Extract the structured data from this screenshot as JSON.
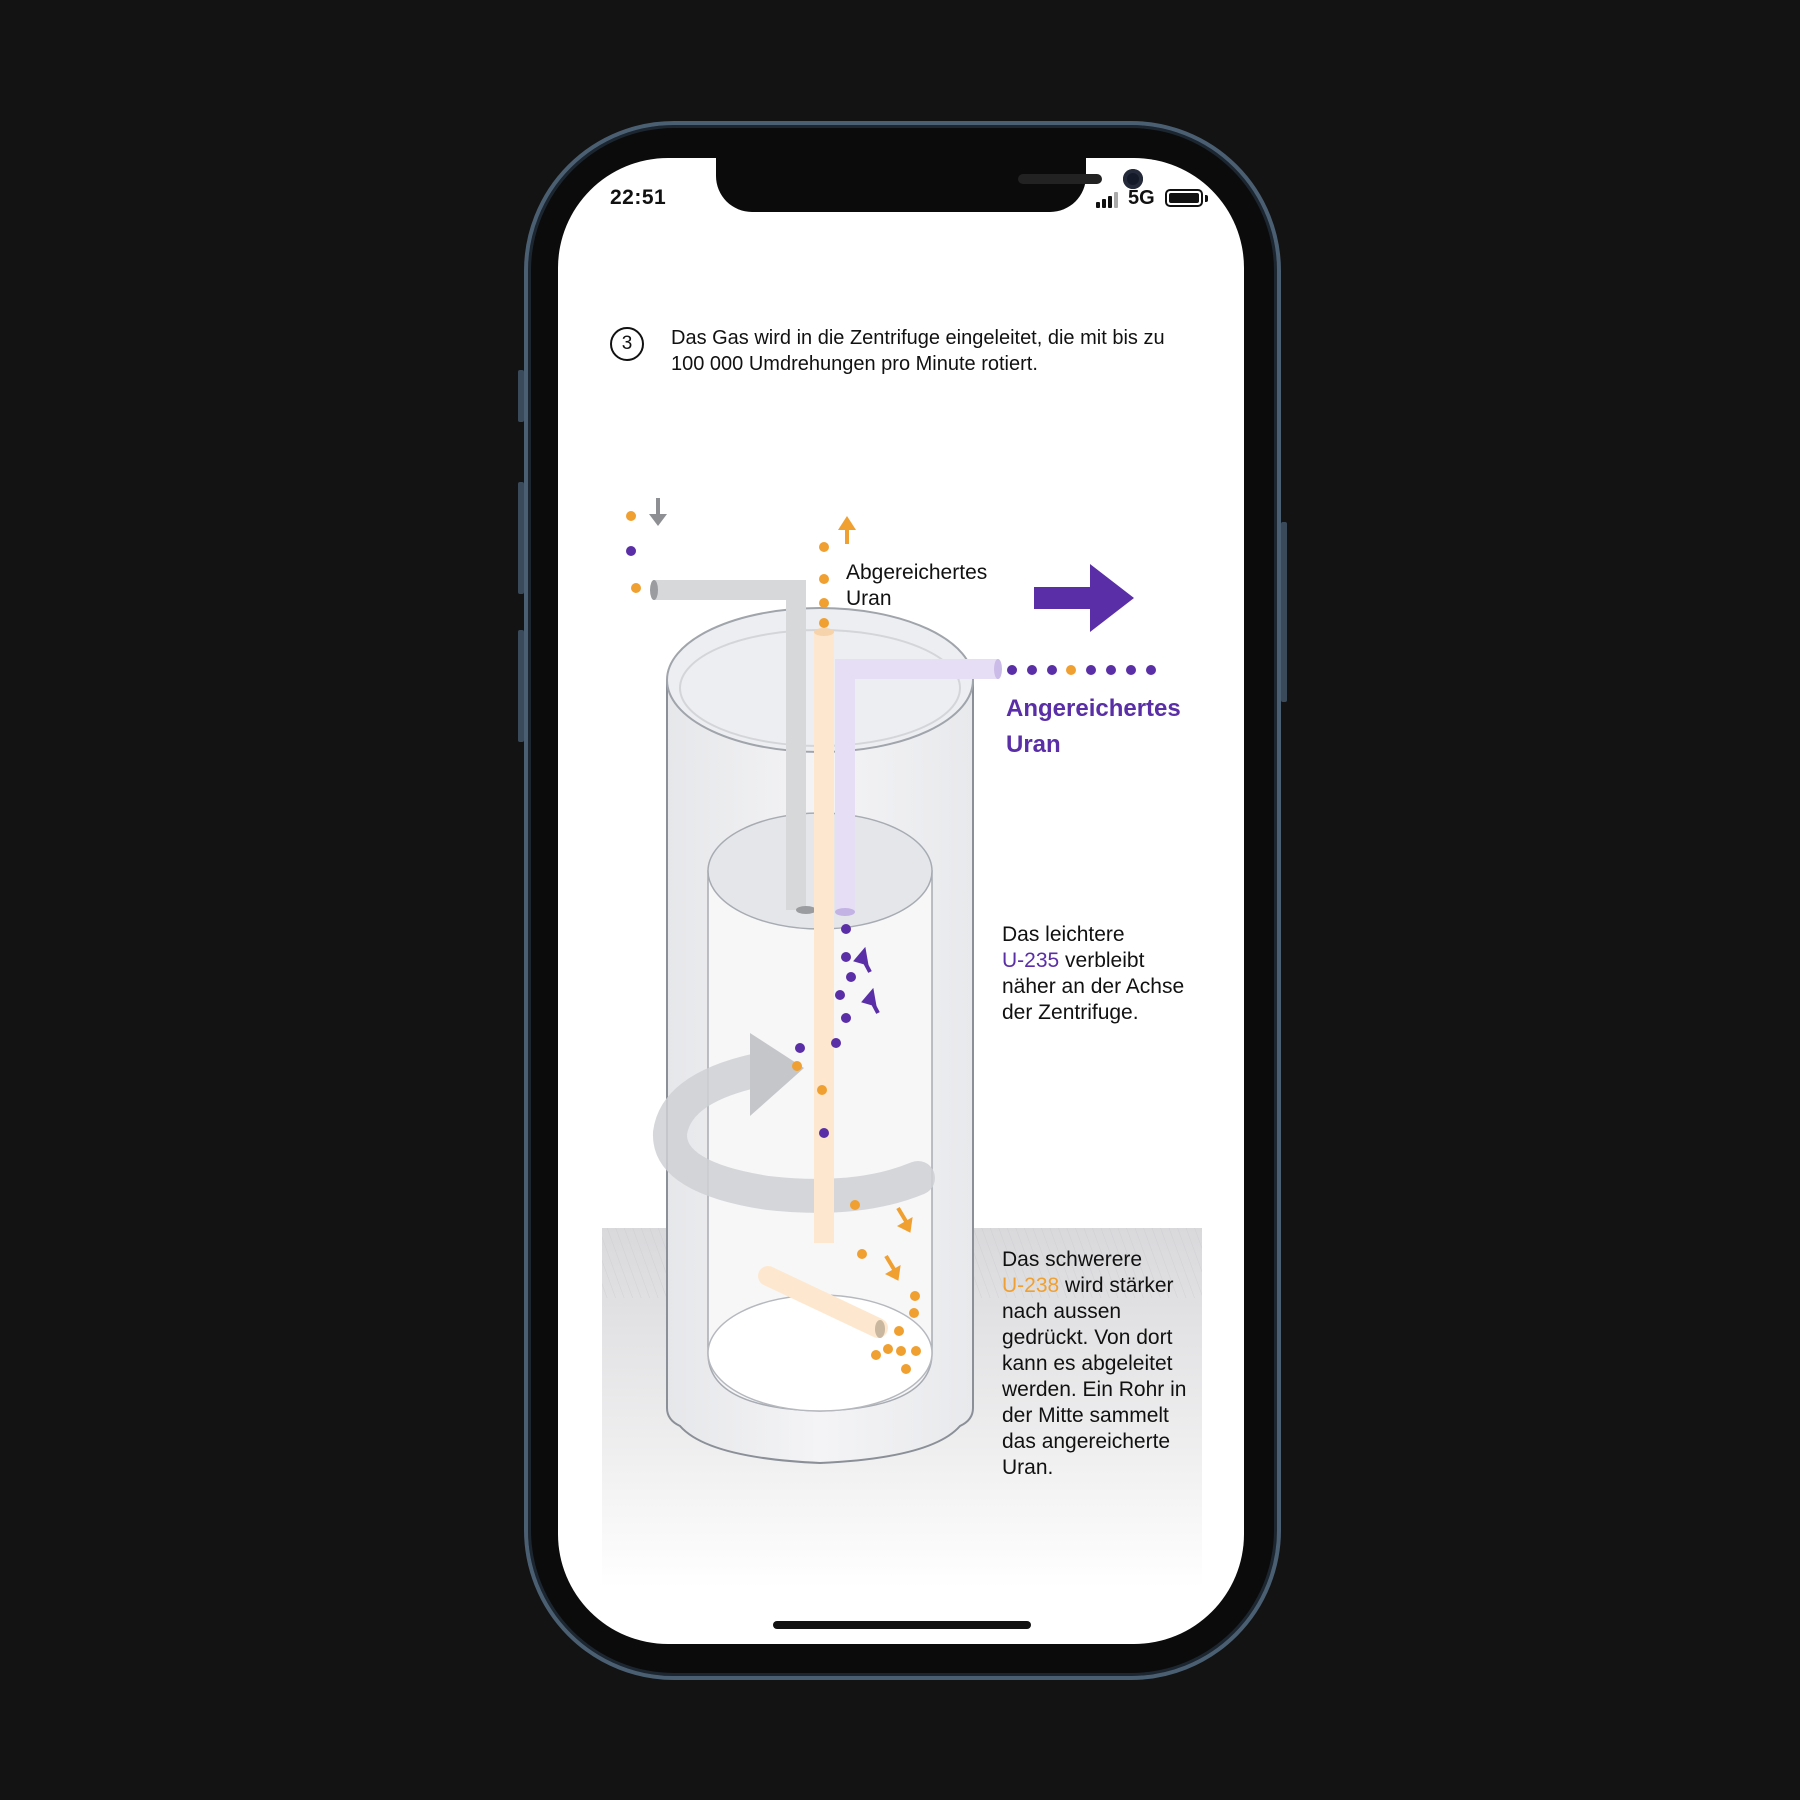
{
  "status_bar": {
    "time": "22:51",
    "network": "5G"
  },
  "step": {
    "number": "3",
    "text": "Das Gas wird in die Zentrifuge eingeleitet, die mit bis zu 100 000 Umdrehungen pro Minute rotiert."
  },
  "labels": {
    "depleted_line1": "Abgereichertes",
    "depleted_line2": "Uran",
    "enriched_line1": "Angereichertes",
    "enriched_line2": "Uran",
    "light_pre": "Das leichtere",
    "light_isotope": "U-235",
    "light_post": " verbleibt näher an der Achse der Zentrifuge.",
    "heavy_pre": "Das schwerere",
    "heavy_isotope": "U-238",
    "heavy_post": " wird stärker nach aussen gedrückt. Von dort kann es abgeleitet werden. Ein Rohr in der Mitte sammelt das angereicherte Uran."
  },
  "colors": {
    "u235": "#5a2ea6",
    "u238": "#f0a030",
    "background": "#131313",
    "frame": "#4b5f73"
  },
  "icons": [
    "signal-icon",
    "battery-icon",
    "arrow-down-icon",
    "arrow-up-icon",
    "arrow-right-icon",
    "rotation-arrow-icon"
  ]
}
